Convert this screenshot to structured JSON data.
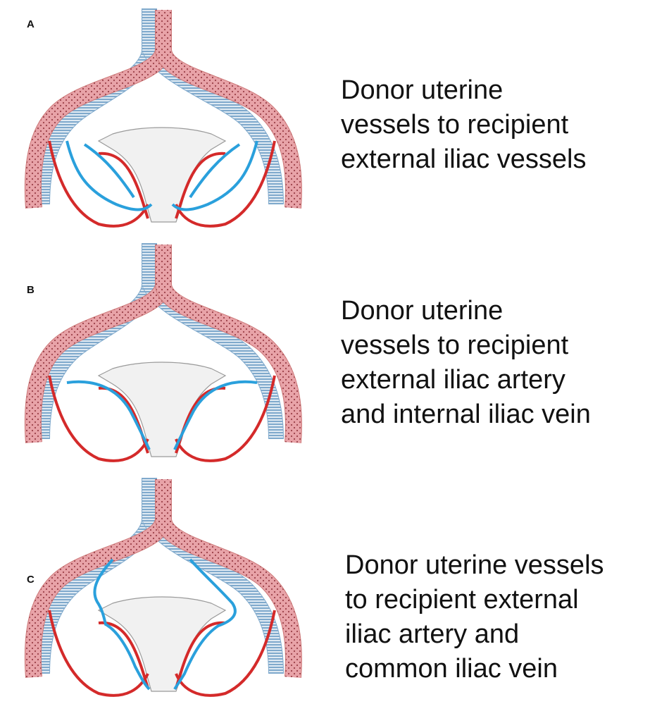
{
  "panels": [
    {
      "letter": "A",
      "caption": [
        "Donor uterine",
        "vessels to recipient",
        "external iliac vessels"
      ],
      "vein_route": "external-iliac-vein"
    },
    {
      "letter": "B",
      "caption": [
        "Donor uterine",
        "vessels to recipient",
        "external iliac artery",
        "and internal iliac vein"
      ],
      "vein_route": "internal-iliac-vein"
    },
    {
      "letter": "C",
      "caption": [
        "Donor uterine vessels",
        "to recipient external",
        "iliac artery and",
        "common iliac vein"
      ],
      "vein_route": "common-iliac-vein"
    }
  ],
  "colors": {
    "artery_red": "#d42a2a",
    "artery_pink": "#e8a3a8",
    "vein_blue": "#9ec3de",
    "vein_bright": "#2aa0dc",
    "uterus_fill": "#f1f1f1",
    "uterus_stroke": "#9a9a9a"
  }
}
